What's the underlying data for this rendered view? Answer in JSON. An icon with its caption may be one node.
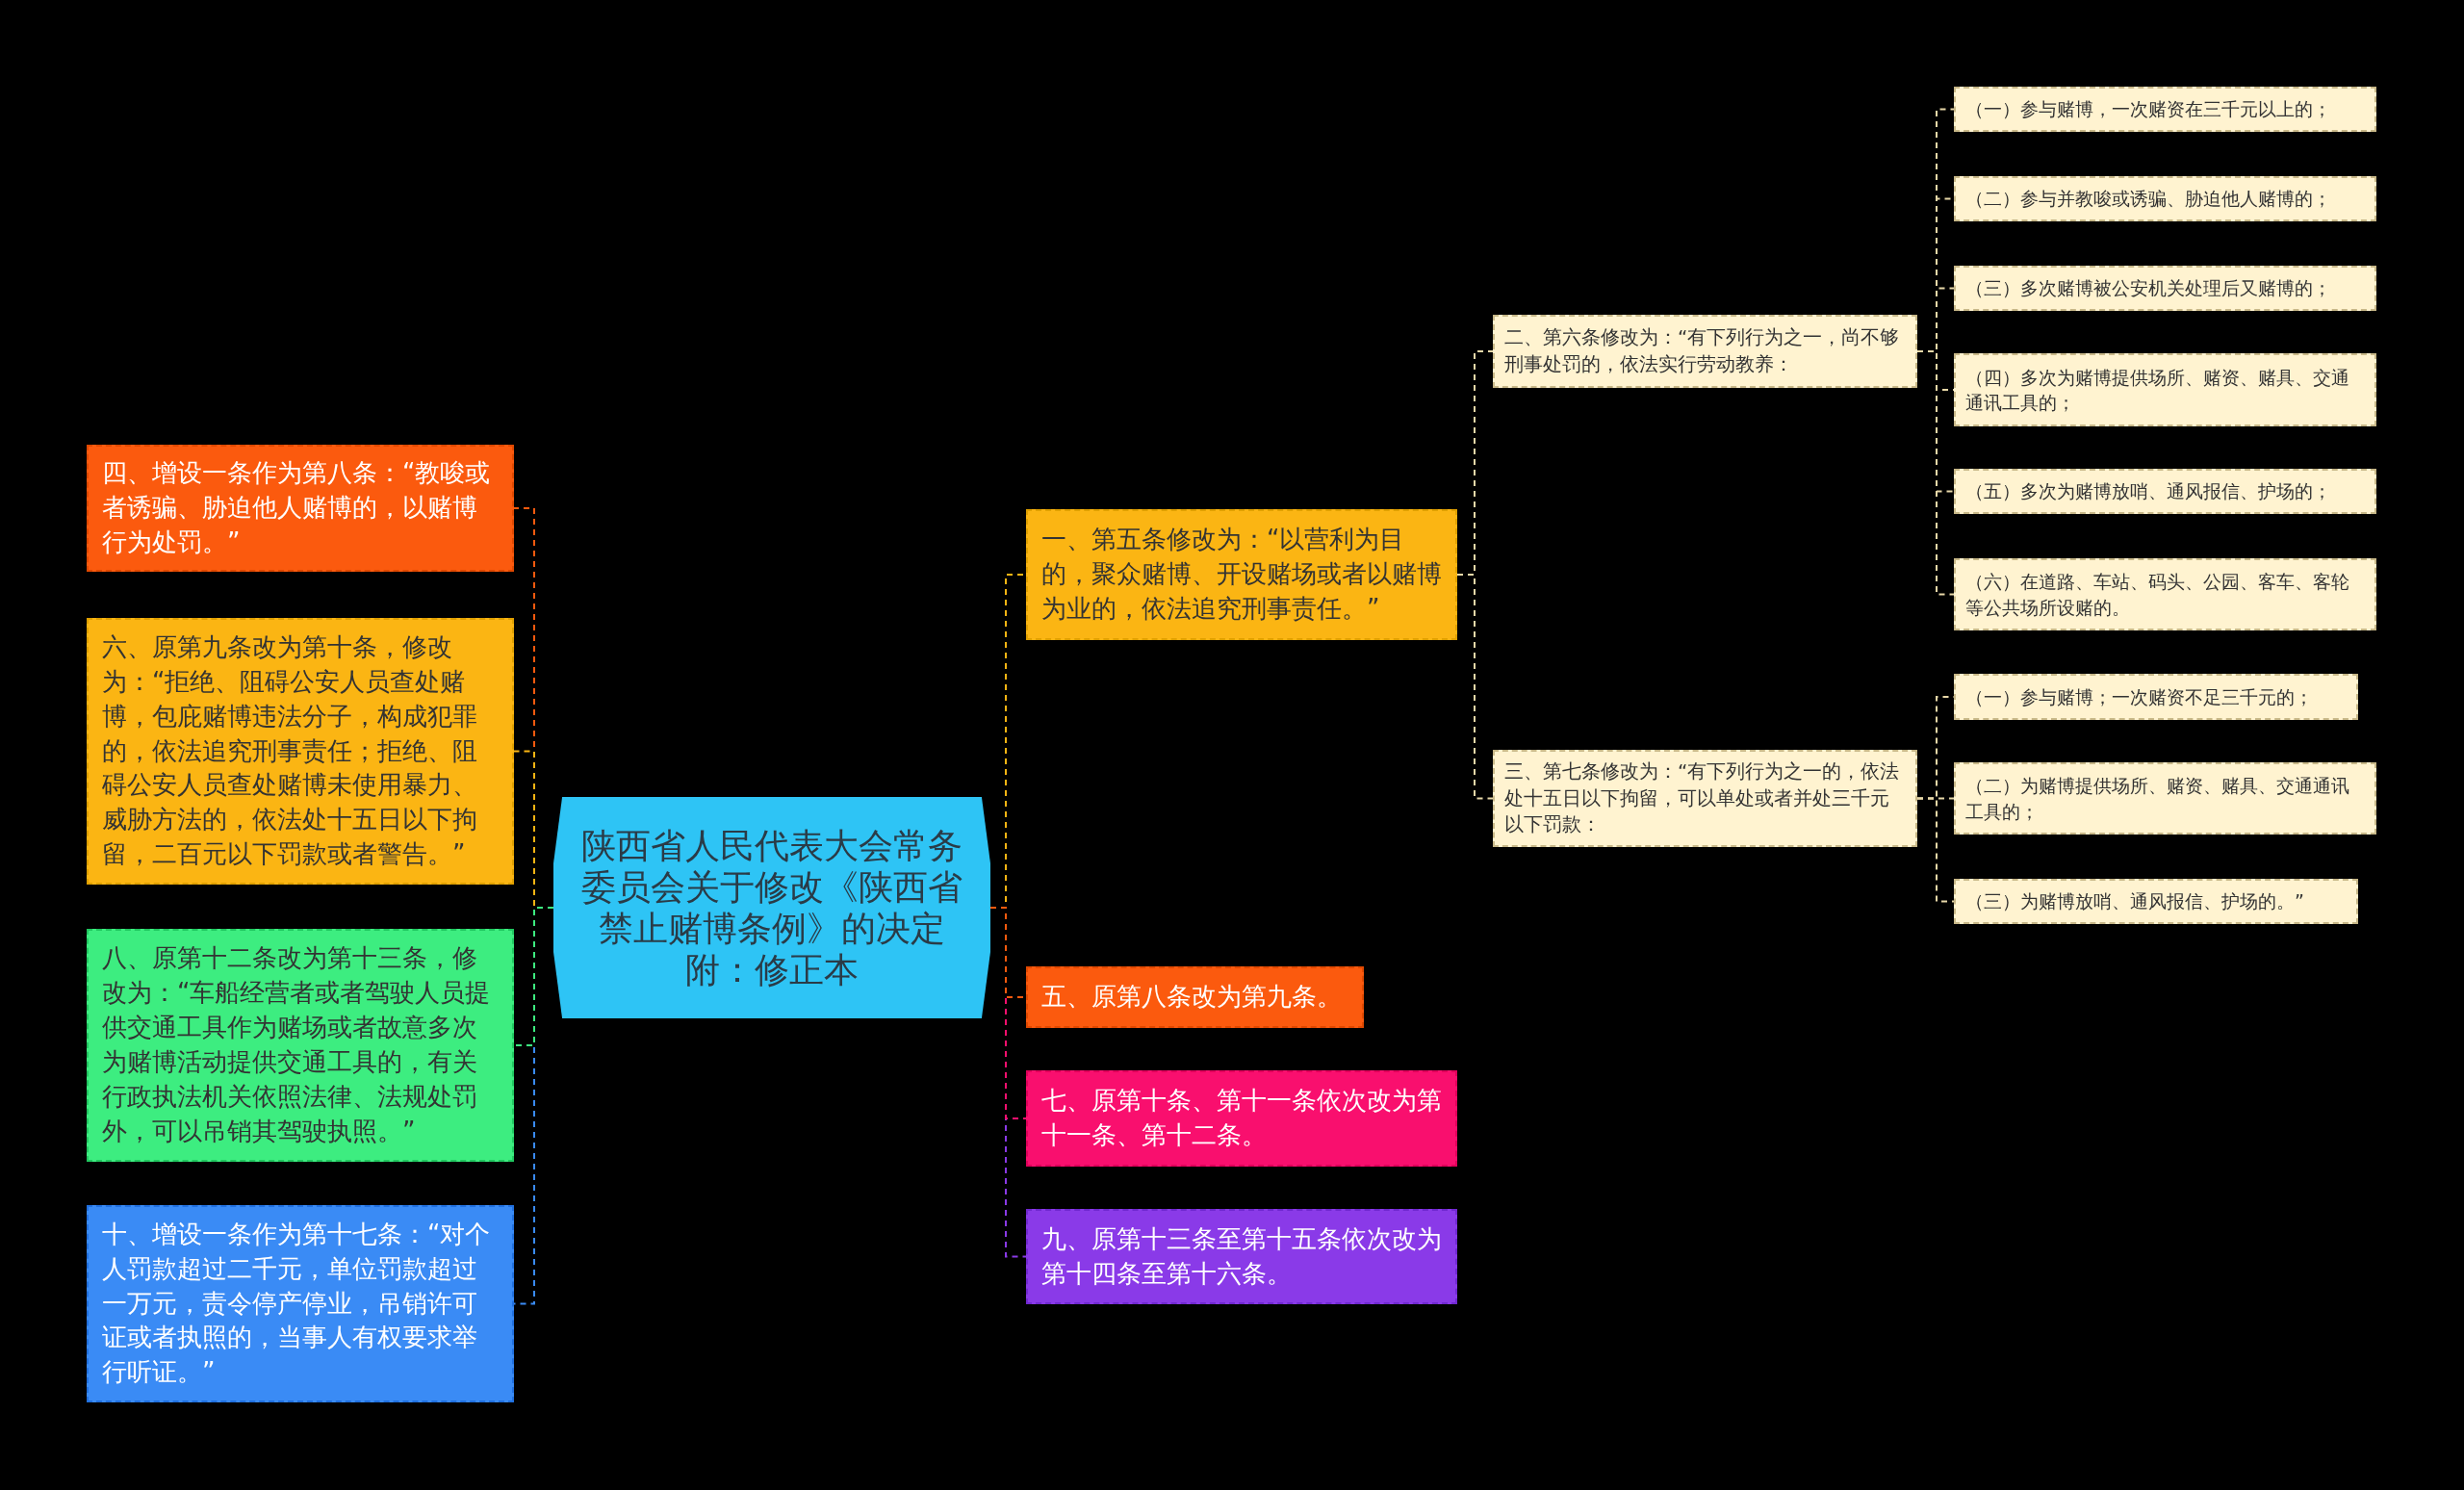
{
  "diagram": {
    "nodes": [
      {
        "text": [
          "陕西省人民代表大会常务委员会关于修改《陕西省禁止赌博条例》的决定",
          "附：修正本"
        ]
      },
      {
        "text": [
          "一、第五条修改为：“以营利为目的，聚众赌博、开设赌场或者以赌博为业的，依法追究刑事责任。”"
        ]
      },
      {
        "text": [
          "二、第六条修改为：“有下列行为之一，尚不够刑事处罚的，依法实行劳动教养："
        ]
      },
      {
        "text": [
          "（一）参与赌博，一次赌资在三千元以上的；"
        ]
      },
      {
        "text": [
          "（二）参与并教唆或诱骗、胁迫他人赌博的；"
        ]
      },
      {
        "text": [
          "（三）多次赌博被公安机关处理后又赌博的；"
        ]
      },
      {
        "text": [
          "（四）多次为赌博提供场所、赌资、赌具、交通通讯工具的；"
        ]
      },
      {
        "text": [
          "（五）多次为赌博放哨、通风报信、护场的；"
        ]
      },
      {
        "text": [
          "（六）在道路、车站、码头、公园、客车、客轮等公共场所设赌的。"
        ]
      },
      {
        "text": [
          "三、第七条修改为：“有下列行为之一的，依法处十五日以下拘留，可以单处或者并处三千元以下罚款："
        ]
      },
      {
        "text": [
          "（一）参与赌博；一次赌资不足三千元的；"
        ]
      },
      {
        "text": [
          "（二）为赌博提供场所、赌资、赌具、交通通讯工具的；"
        ]
      },
      {
        "text": [
          "（三）为赌博放哨、通风报信、护场的。”"
        ]
      },
      {
        "text": [
          "五、原第八条改为第九条。"
        ]
      },
      {
        "text": [
          "七、原第十条、第十一条依次改为第十一条、第十二条。"
        ]
      },
      {
        "text": [
          "九、原第十三条至第十五条依次改为第十四条至第十六条。"
        ]
      },
      {
        "text": [
          "四、增设一条作为第八条：“教唆或者诱骗、胁迫他人赌博的，以赌博行为处罚。”"
        ]
      },
      {
        "text": [
          "六、原第九条改为第十条，修改为：“拒绝、阻碍公安人员查处赌博，包庇赌博违法分子，构成犯罪的，依法追究刑事责任；拒绝、阻碍公安人员查处赌博未使用暴力、威胁方法的，依法处十五日以下拘留，二百元以下罚款或者警告。”"
        ]
      },
      {
        "text": [
          "八、原第十二条改为第十三条，修改为：“车船经营者或者驾驶人员提供交通工具作为赌场或者故意多次为赌博活动提供交通工具的，有关行政执法机关依照法律、法规处罚外，可以吊销其驾驶执照。”"
        ]
      },
      {
        "text": [
          "十、增设一条作为第十七条：“对个人罚款超过二千元，单位罚款超过一万元，责令停产停业，吊销许可证或者执照的，当事人有权要求举行听证。”"
        ]
      }
    ],
    "edges": [
      {
        "from": 0,
        "to": 1,
        "arrow": "none",
        "color": "#fbb513"
      },
      {
        "from": 1,
        "to": 2,
        "arrow": "none",
        "color": "#e8d8a8"
      },
      {
        "from": 2,
        "to": 3,
        "arrow": "none",
        "color": "#e8d8a8"
      },
      {
        "from": 2,
        "to": 4,
        "arrow": "none",
        "color": "#e8d8a8"
      },
      {
        "from": 2,
        "to": 5,
        "arrow": "none",
        "color": "#e8d8a8"
      },
      {
        "from": 2,
        "to": 6,
        "arrow": "none",
        "color": "#e8d8a8"
      },
      {
        "from": 2,
        "to": 7,
        "arrow": "none",
        "color": "#e8d8a8"
      },
      {
        "from": 2,
        "to": 8,
        "arrow": "none",
        "color": "#e8d8a8"
      },
      {
        "from": 1,
        "to": 9,
        "arrow": "none",
        "color": "#e8d8a8"
      },
      {
        "from": 9,
        "to": 10,
        "arrow": "none",
        "color": "#e8d8a8"
      },
      {
        "from": 9,
        "to": 11,
        "arrow": "none",
        "color": "#e8d8a8"
      },
      {
        "from": 9,
        "to": 12,
        "arrow": "none",
        "color": "#e8d8a8"
      },
      {
        "from": 0,
        "to": 13,
        "arrow": "none",
        "color": "#fb5a0e"
      },
      {
        "from": 0,
        "to": 14,
        "arrow": "none",
        "color": "#f90f6e"
      },
      {
        "from": 0,
        "to": 15,
        "arrow": "none",
        "color": "#8a3ae8"
      },
      {
        "from": 0,
        "to": 16,
        "arrow": "none",
        "color": "#fb5a0e"
      },
      {
        "from": 0,
        "to": 17,
        "arrow": "none",
        "color": "#fbb513"
      },
      {
        "from": 0,
        "to": 18,
        "arrow": "none",
        "color": "#3ded80"
      },
      {
        "from": 0,
        "to": 19,
        "arrow": "none",
        "color": "#3a8bf5"
      }
    ]
  }
}
